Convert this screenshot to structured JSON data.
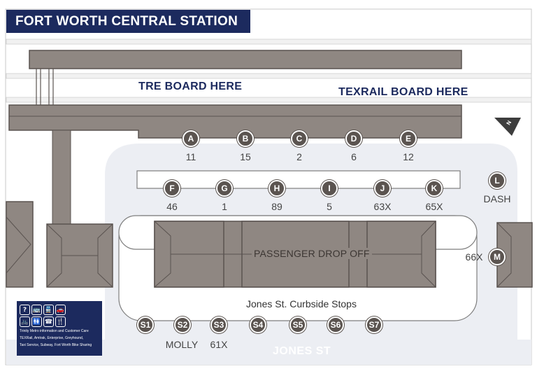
{
  "title": "FORT WORTH CENTRAL STATION",
  "boards": {
    "tre": "TRE BOARD HERE",
    "texrail": "TEXRAIL BOARD HERE"
  },
  "north_arrow": "N",
  "stops_row1": [
    {
      "letter": "A",
      "route": "11"
    },
    {
      "letter": "B",
      "route": "15"
    },
    {
      "letter": "C",
      "route": "2"
    },
    {
      "letter": "D",
      "route": "6"
    },
    {
      "letter": "E",
      "route": "12"
    }
  ],
  "stops_row2": [
    {
      "letter": "F",
      "route": "46"
    },
    {
      "letter": "G",
      "route": "1"
    },
    {
      "letter": "H",
      "route": "89"
    },
    {
      "letter": "I",
      "route": "5"
    },
    {
      "letter": "J",
      "route": "63X"
    },
    {
      "letter": "K",
      "route": "65X"
    }
  ],
  "stop_l": {
    "letter": "L",
    "route": "DASH"
  },
  "stop_m": {
    "letter": "M",
    "route": "66X"
  },
  "dropoff": "PASSENGER DROP OFF",
  "curbside": "Jones St. Curbside Stops",
  "curb_stops": [
    {
      "letter": "S1",
      "route": ""
    },
    {
      "letter": "S2",
      "route": "MOLLY"
    },
    {
      "letter": "S3",
      "route": "61X"
    },
    {
      "letter": "S4",
      "route": ""
    },
    {
      "letter": "S5",
      "route": ""
    },
    {
      "letter": "S6",
      "route": ""
    },
    {
      "letter": "S7",
      "route": ""
    }
  ],
  "street": "JONES ST",
  "legend": {
    "icons": [
      "info-question-icon",
      "bus-icon",
      "train-icon",
      "car-icon",
      "bike-icon",
      "restroom-icon",
      "phone-icon",
      "food-icon"
    ],
    "glyphs": [
      "?",
      "🚌",
      "🚆",
      "🚗",
      "🚲",
      "🚻",
      "☎",
      "🍴"
    ],
    "line1": "Trinity Metro information and Customer Care",
    "line2": "TEXRail, Amtrak, Enterprise, Greyhound,",
    "line3": "Taxi Service, Subway, Fort Worth Bike Sharing"
  },
  "colors": {
    "navy": "#1c2a5e",
    "building": "#8f8782",
    "stop": "#5b5450",
    "plaza": "#eceef3"
  }
}
